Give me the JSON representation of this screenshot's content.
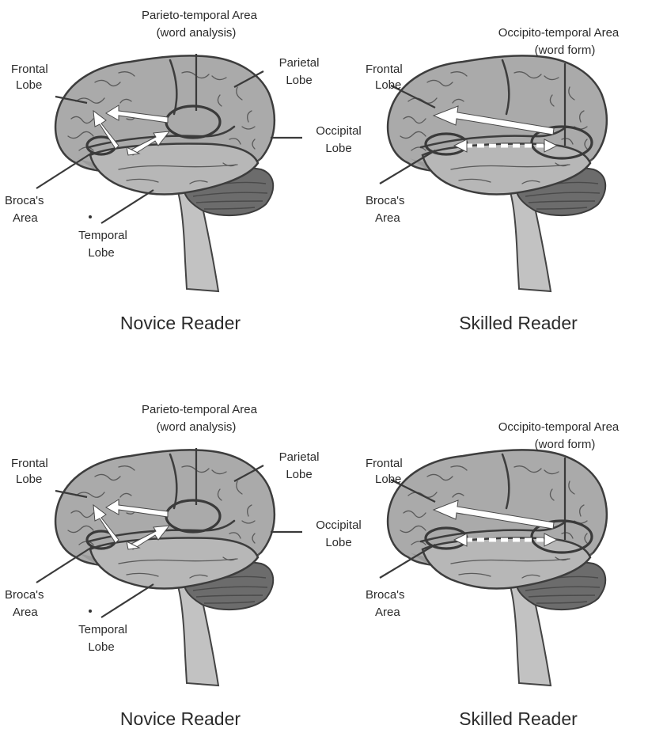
{
  "panels": [
    {
      "id": "novice-top",
      "type": "novice",
      "caption": "Novice Reader",
      "labels": {
        "parieto_temporal": "Parieto-temporal Area",
        "parieto_temporal_sub": "(word analysis)",
        "frontal": "Frontal",
        "frontal_2": "Lobe",
        "parietal": "Parietal",
        "parietal_2": "Lobe",
        "occipital": "Occipital",
        "occipital_2": "Lobe",
        "broca": "Broca's",
        "broca_2": "Area",
        "temporal": "Temporal",
        "temporal_2": "Lobe"
      }
    },
    {
      "id": "skilled-top",
      "type": "skilled",
      "caption": "Skilled Reader",
      "labels": {
        "occipito_temporal": "Occipito-temporal Area",
        "occipito_temporal_sub": "(word form)",
        "frontal": "Frontal",
        "frontal_2": "Lobe",
        "broca": "Broca's",
        "broca_2": "Area"
      }
    },
    {
      "id": "novice-bottom",
      "type": "novice",
      "caption": "Novice Reader",
      "labels": {
        "parieto_temporal": "Parieto-temporal Area",
        "parieto_temporal_sub": "(word analysis)",
        "frontal": "Frontal",
        "frontal_2": "Lobe",
        "parietal": "Parietal",
        "parietal_2": "Lobe",
        "occipital": "Occipital",
        "occipital_2": "Lobe",
        "broca": "Broca's",
        "broca_2": "Area",
        "temporal": "Temporal",
        "temporal_2": "Lobe"
      }
    },
    {
      "id": "skilled-bottom",
      "type": "skilled",
      "caption": "Skilled Reader",
      "labels": {
        "occipito_temporal": "Occipito-temporal Area",
        "occipito_temporal_sub": "(word form)",
        "frontal": "Frontal",
        "frontal_2": "Lobe",
        "broca": "Broca's",
        "broca_2": "Area"
      }
    }
  ]
}
